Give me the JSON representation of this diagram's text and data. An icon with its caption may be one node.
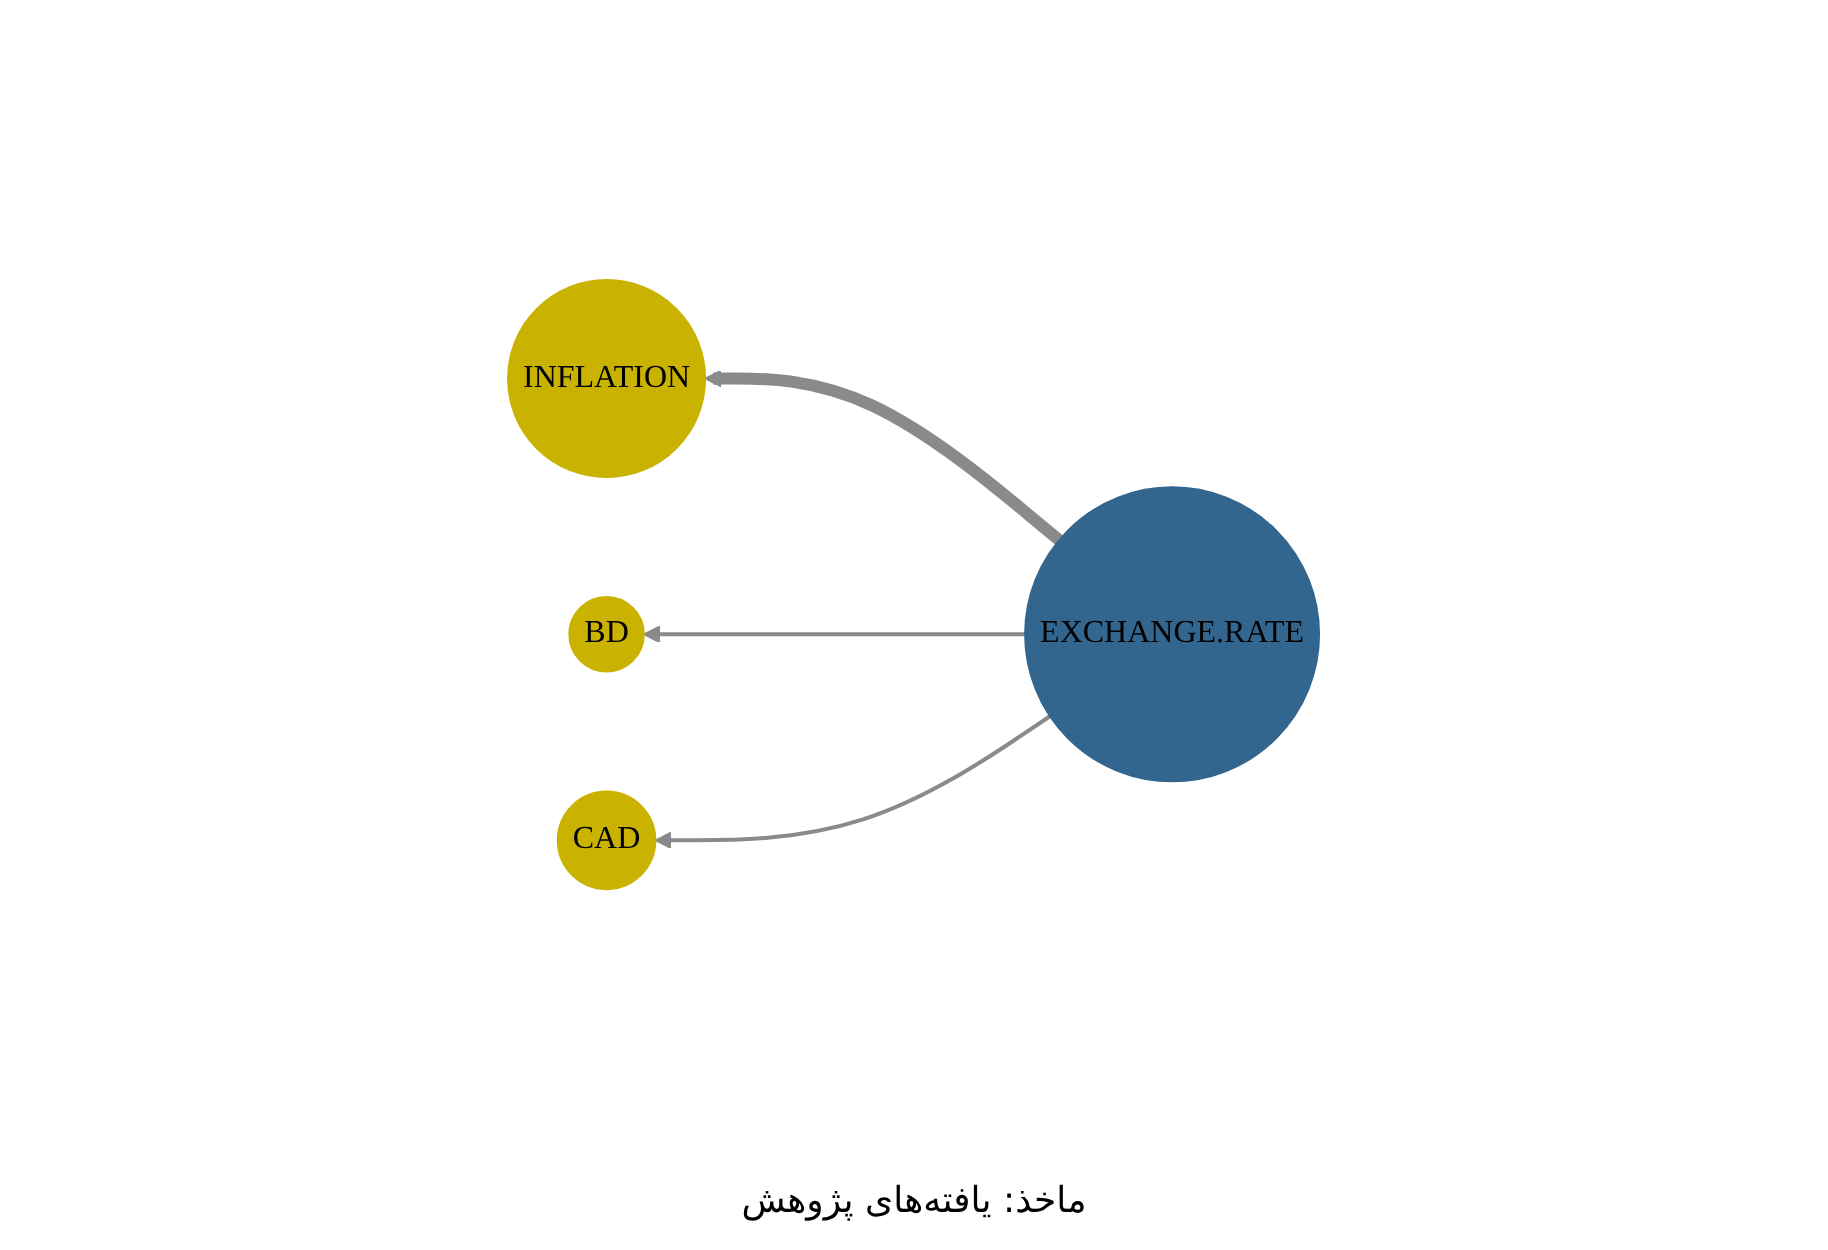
{
  "diagram": {
    "caption": "ماخذ: یافته‌های پژوهش",
    "nodes": [
      {
        "text": [
          "INFLATION"
        ]
      },
      {
        "text": [
          "BD"
        ]
      },
      {
        "text": [
          "EXCHANGE.RATE"
        ]
      },
      {
        "text": [
          "CAD"
        ]
      }
    ],
    "edges": [
      {
        "from": 2,
        "to": 0,
        "arrow": "to",
        "style": "thick"
      },
      {
        "from": 2,
        "to": 1,
        "arrow": "to"
      },
      {
        "from": 2,
        "to": 3,
        "arrow": "to"
      }
    ]
  }
}
